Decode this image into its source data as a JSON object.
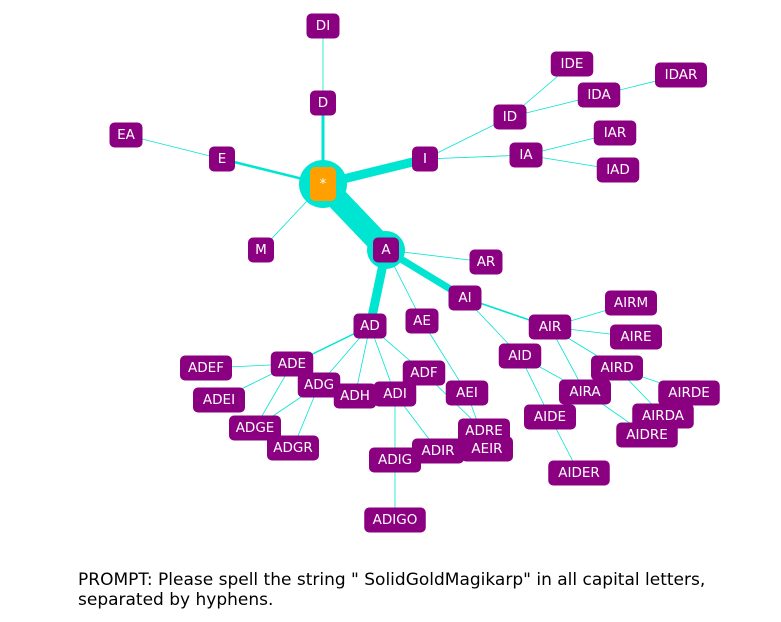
{
  "colors": {
    "node": "#8b0080",
    "root": "#ff9f00",
    "edge": "#00e5d1",
    "text": "#ffffff"
  },
  "root_label": "*",
  "nodes": [
    "DI",
    "D",
    "E",
    "EA",
    "I",
    "M",
    "A",
    "ID",
    "IDE",
    "IDA",
    "IDAR",
    "IA",
    "IAR",
    "IAD",
    "AR",
    "AI",
    "AD",
    "AE",
    "AIR",
    "AIRM",
    "AIRE",
    "AID",
    "AIRD",
    "AIRA",
    "AIRDE",
    "AIDRE",
    "AIRDA",
    "AIDE",
    "AIDER",
    "ADE",
    "ADEF",
    "ADEI",
    "ADGE",
    "ADGR",
    "ADG",
    "ADH",
    "ADI",
    "ADF",
    "AEI",
    "ADRE",
    "AEIR",
    "ADIR",
    "ADIG",
    "ADIGO"
  ],
  "edges": [
    [
      "*",
      "D"
    ],
    [
      "D",
      "DI"
    ],
    [
      "*",
      "E"
    ],
    [
      "E",
      "EA"
    ],
    [
      "*",
      "I"
    ],
    [
      "*",
      "M"
    ],
    [
      "*",
      "A"
    ],
    [
      "I",
      "ID"
    ],
    [
      "I",
      "IA"
    ],
    [
      "ID",
      "IDE"
    ],
    [
      "ID",
      "IDA"
    ],
    [
      "IDA",
      "IDAR"
    ],
    [
      "IA",
      "IAR"
    ],
    [
      "IA",
      "IAD"
    ],
    [
      "A",
      "AR"
    ],
    [
      "A",
      "AI"
    ],
    [
      "A",
      "AD"
    ],
    [
      "A",
      "AE"
    ],
    [
      "AI",
      "AIR"
    ],
    [
      "AI",
      "AID"
    ],
    [
      "AIR",
      "AIRM"
    ],
    [
      "AIR",
      "AIRE"
    ],
    [
      "AIR",
      "AIRD"
    ],
    [
      "AIR",
      "AIRA"
    ],
    [
      "AIRD",
      "AIRDE"
    ],
    [
      "AIRD",
      "AIRDA"
    ],
    [
      "AIRA",
      "AIDRE"
    ],
    [
      "AID",
      "AIDE"
    ],
    [
      "AID",
      "AIRA"
    ],
    [
      "AIDE",
      "AIDER"
    ],
    [
      "AD",
      "ADE"
    ],
    [
      "AD",
      "ADG"
    ],
    [
      "AD",
      "ADH"
    ],
    [
      "AD",
      "ADI"
    ],
    [
      "AD",
      "ADF"
    ],
    [
      "ADE",
      "ADEF"
    ],
    [
      "ADE",
      "ADEI"
    ],
    [
      "ADE",
      "ADGE"
    ],
    [
      "ADG",
      "ADGE"
    ],
    [
      "ADG",
      "ADGR"
    ],
    [
      "ADI",
      "ADIG"
    ],
    [
      "ADI",
      "ADIR"
    ],
    [
      "ADIG",
      "ADIGO"
    ],
    [
      "AE",
      "AEI"
    ],
    [
      "AEI",
      "AEIR"
    ],
    [
      "ADF",
      "ADRE"
    ]
  ],
  "prompt": "PROMPT: Please spell the string \" SolidGoldMagikarp\" in all capital letters, separated by hyphens."
}
